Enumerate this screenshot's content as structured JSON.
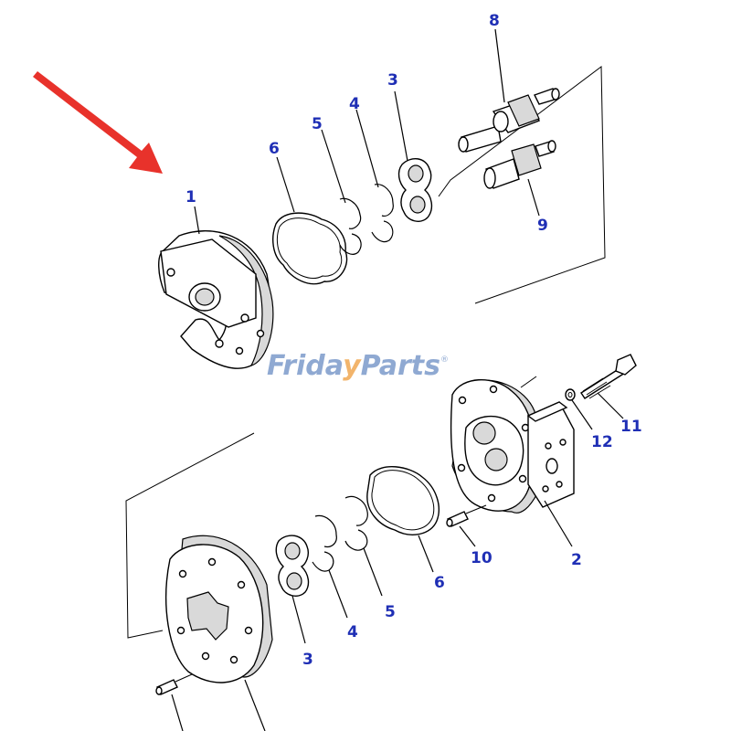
{
  "diagram": {
    "callouts": {
      "c1": "1",
      "c2": "2",
      "c3_top": "3",
      "c3_bottom": "3",
      "c4_top": "4",
      "c4_bottom": "4",
      "c5_top": "5",
      "c5_bottom": "5",
      "c6_top": "6",
      "c6_bottom": "6",
      "c8": "8",
      "c9": "9",
      "c10": "10",
      "c11": "11",
      "c12": "12"
    },
    "watermark": {
      "part1": "Frida",
      "part2": "y",
      "part3": "Parts",
      "mark": "®"
    },
    "colors": {
      "callout": "#1f2fb5",
      "arrow": "#e8322b",
      "watermark_blue": "#8fa9d2",
      "watermark_orange": "#f2b46b"
    },
    "icons": {
      "pointer": "red-arrow-icon"
    }
  }
}
